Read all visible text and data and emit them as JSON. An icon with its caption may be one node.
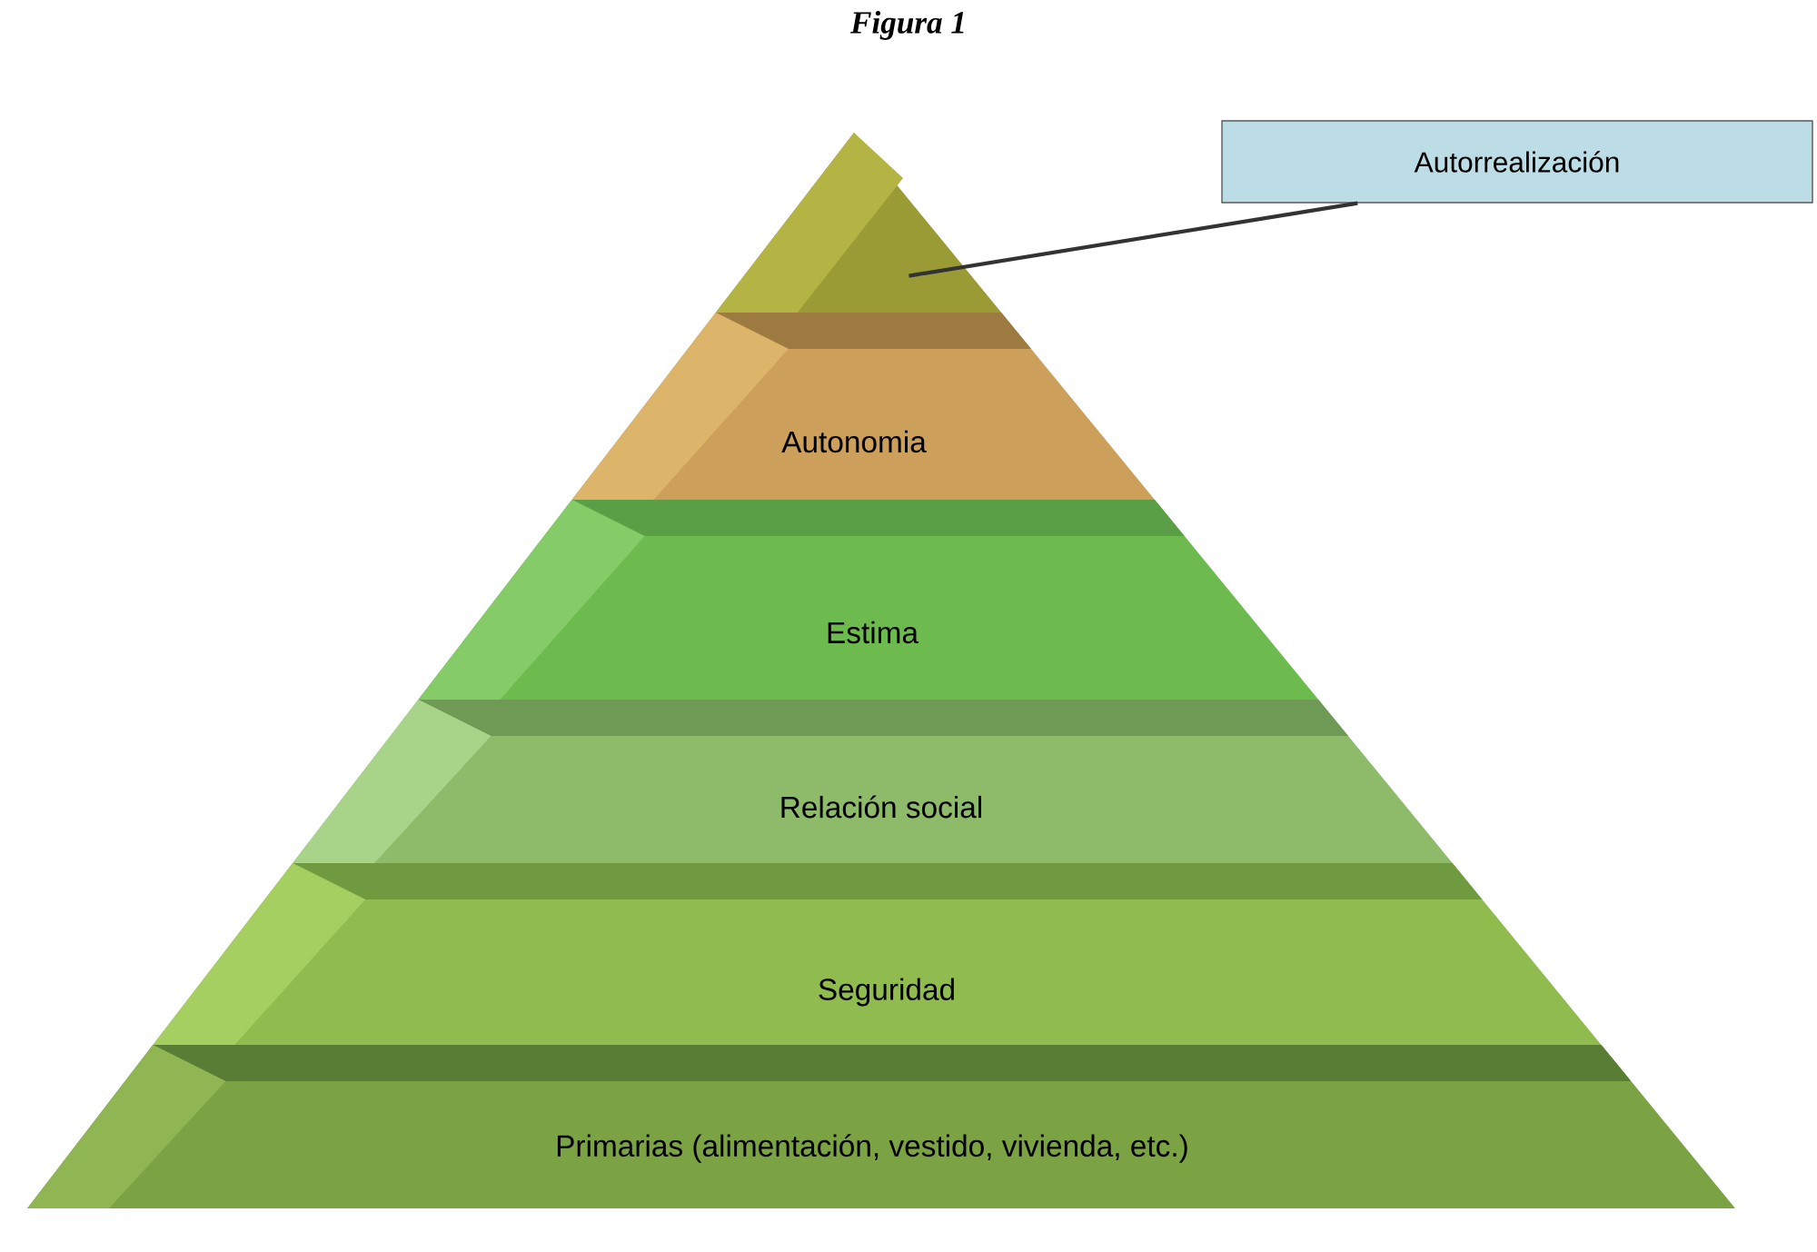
{
  "diagram": {
    "title": "Figura 1",
    "nodes": [
      {
        "text": [
          "Autorrealización"
        ]
      },
      {
        "text": [],
        "shape": "triangle"
      },
      {
        "text": [
          "Autonomia"
        ]
      },
      {
        "text": [
          "Estima"
        ]
      },
      {
        "text": [
          "Relación social"
        ]
      },
      {
        "text": [
          "Seguridad"
        ]
      },
      {
        "text": [
          "Primarias (alimentación, vestido, vivienda, etc.)"
        ]
      }
    ],
    "edges": [
      {
        "from": 0,
        "to": 1,
        "arrow": "none"
      }
    ]
  }
}
